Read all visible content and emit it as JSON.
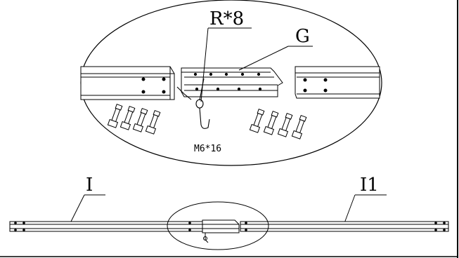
{
  "labels": {
    "rivet": "R*8",
    "channel": "G",
    "bolt": "M6*16",
    "rail_left": "I",
    "rail_right": "I1"
  },
  "colors": {
    "line": "#000000",
    "background": "#ffffff"
  }
}
